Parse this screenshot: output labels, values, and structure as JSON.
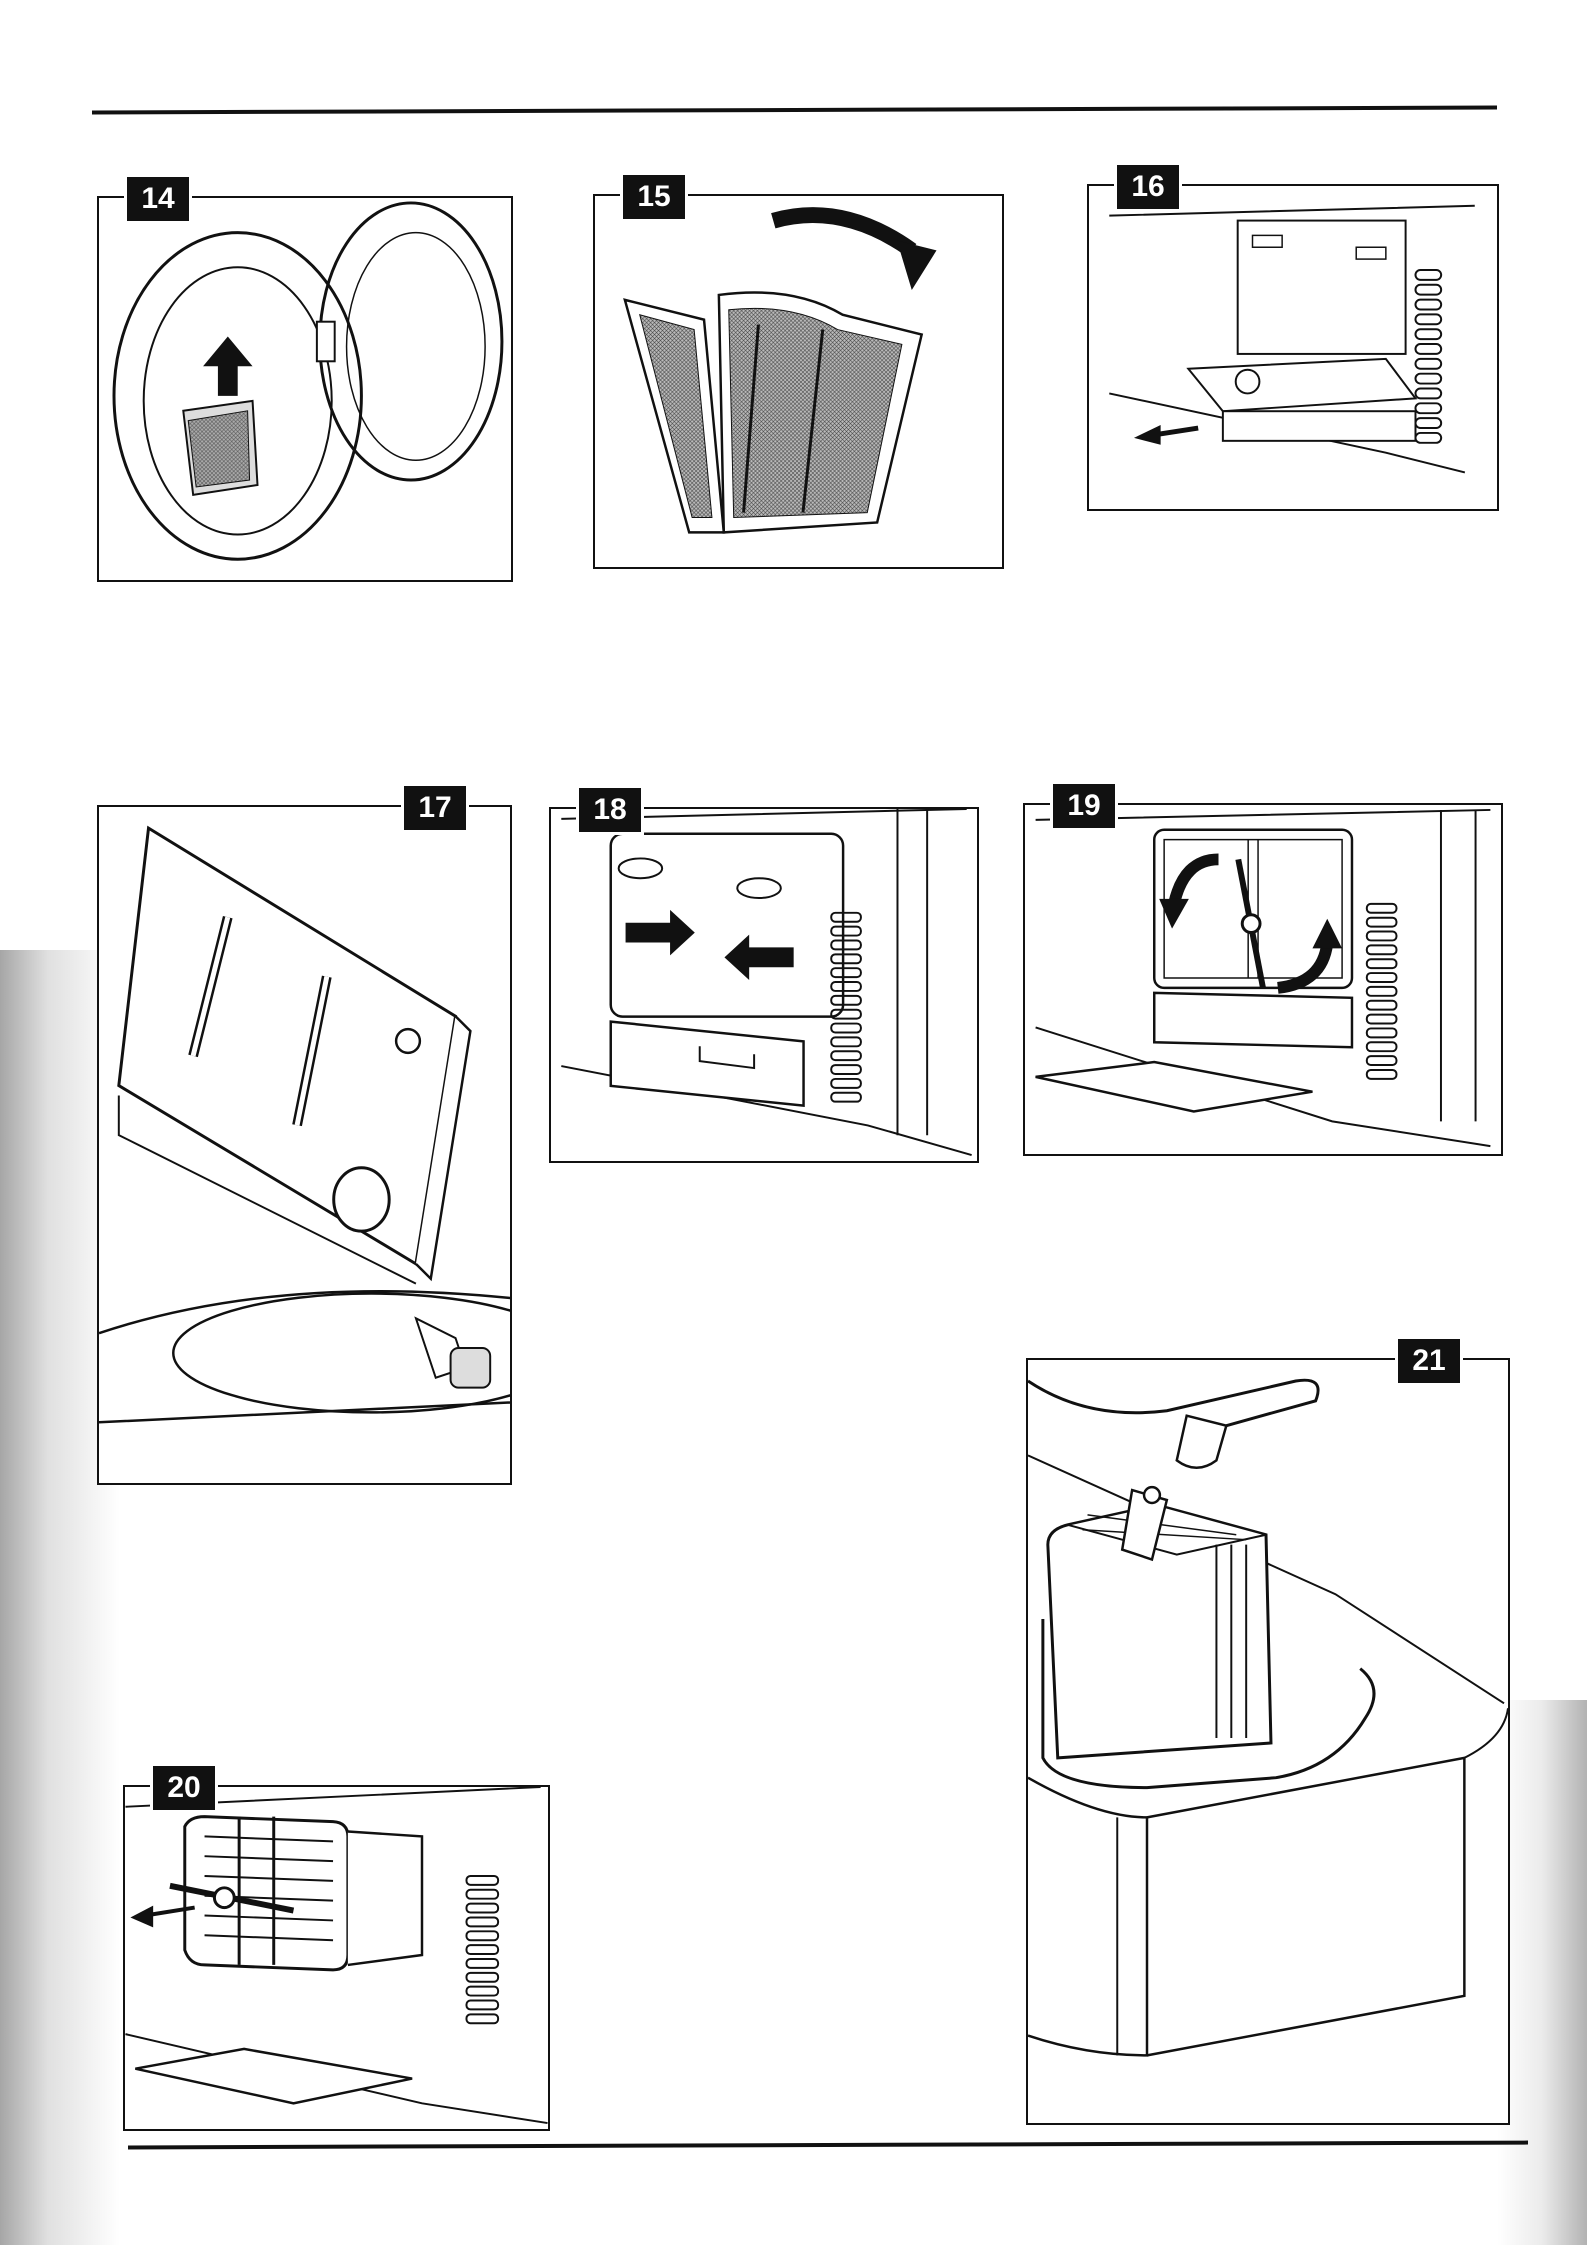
{
  "figures": [
    {
      "id": "14",
      "depicts": "lint filter removed from door"
    },
    {
      "id": "15",
      "depicts": "lint filter opened"
    },
    {
      "id": "16",
      "depicts": "condenser flap pulled out"
    },
    {
      "id": "17",
      "depicts": "water container emptied into sink"
    },
    {
      "id": "18",
      "depicts": "levers turned to open cover"
    },
    {
      "id": "19",
      "depicts": "cover opened, clamp rotated"
    },
    {
      "id": "20",
      "depicts": "condenser pulled out"
    },
    {
      "id": "21",
      "depicts": "condenser rinsed under tap"
    }
  ]
}
